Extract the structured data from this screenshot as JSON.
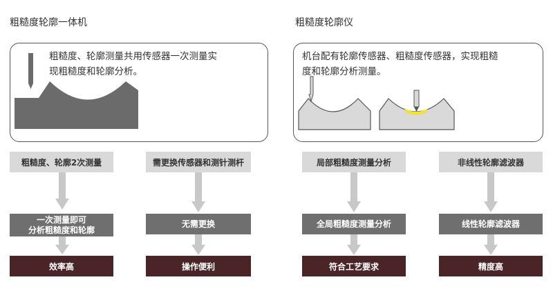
{
  "left": {
    "title": "粗糙度轮廓一体机",
    "description_line1": "粗糙度、轮廓测量共用传感器一次测量实",
    "description_line2": "现粗糙度和轮廓分析。",
    "columns": [
      {
        "top": "粗糙度、轮廓2次测量",
        "middle_line1": "一次测量即可",
        "middle_line2": "分析粗糙度和轮廓",
        "bottom": "效率高"
      },
      {
        "top": "需更换传感器和测针测杆",
        "middle_line1": "无需更换",
        "middle_line2": "",
        "bottom": "操作便利"
      }
    ]
  },
  "right": {
    "title": "粗糙度轮廓仪",
    "description_line1": "机台配有轮廓传感器、粗糙度传感器，实现粗糙",
    "description_line2": "度和轮廓分析测量。",
    "columns": [
      {
        "top": "局部粗糙度测量分析",
        "middle_line1": "全局粗糙度测量分析",
        "middle_line2": "",
        "bottom": "符合工艺要求"
      },
      {
        "top": "非线性轮廓滤波器",
        "middle_line1": "线性轮廓滤波器",
        "middle_line2": "",
        "bottom": "精度高"
      }
    ]
  },
  "colors": {
    "light_gray": "#d9d9d9",
    "dark_gray": "#6f6f6f",
    "maroon": "#4b2428",
    "profile_gray": "#6b6b6b",
    "highlight_yellow": "#f0e23a"
  }
}
